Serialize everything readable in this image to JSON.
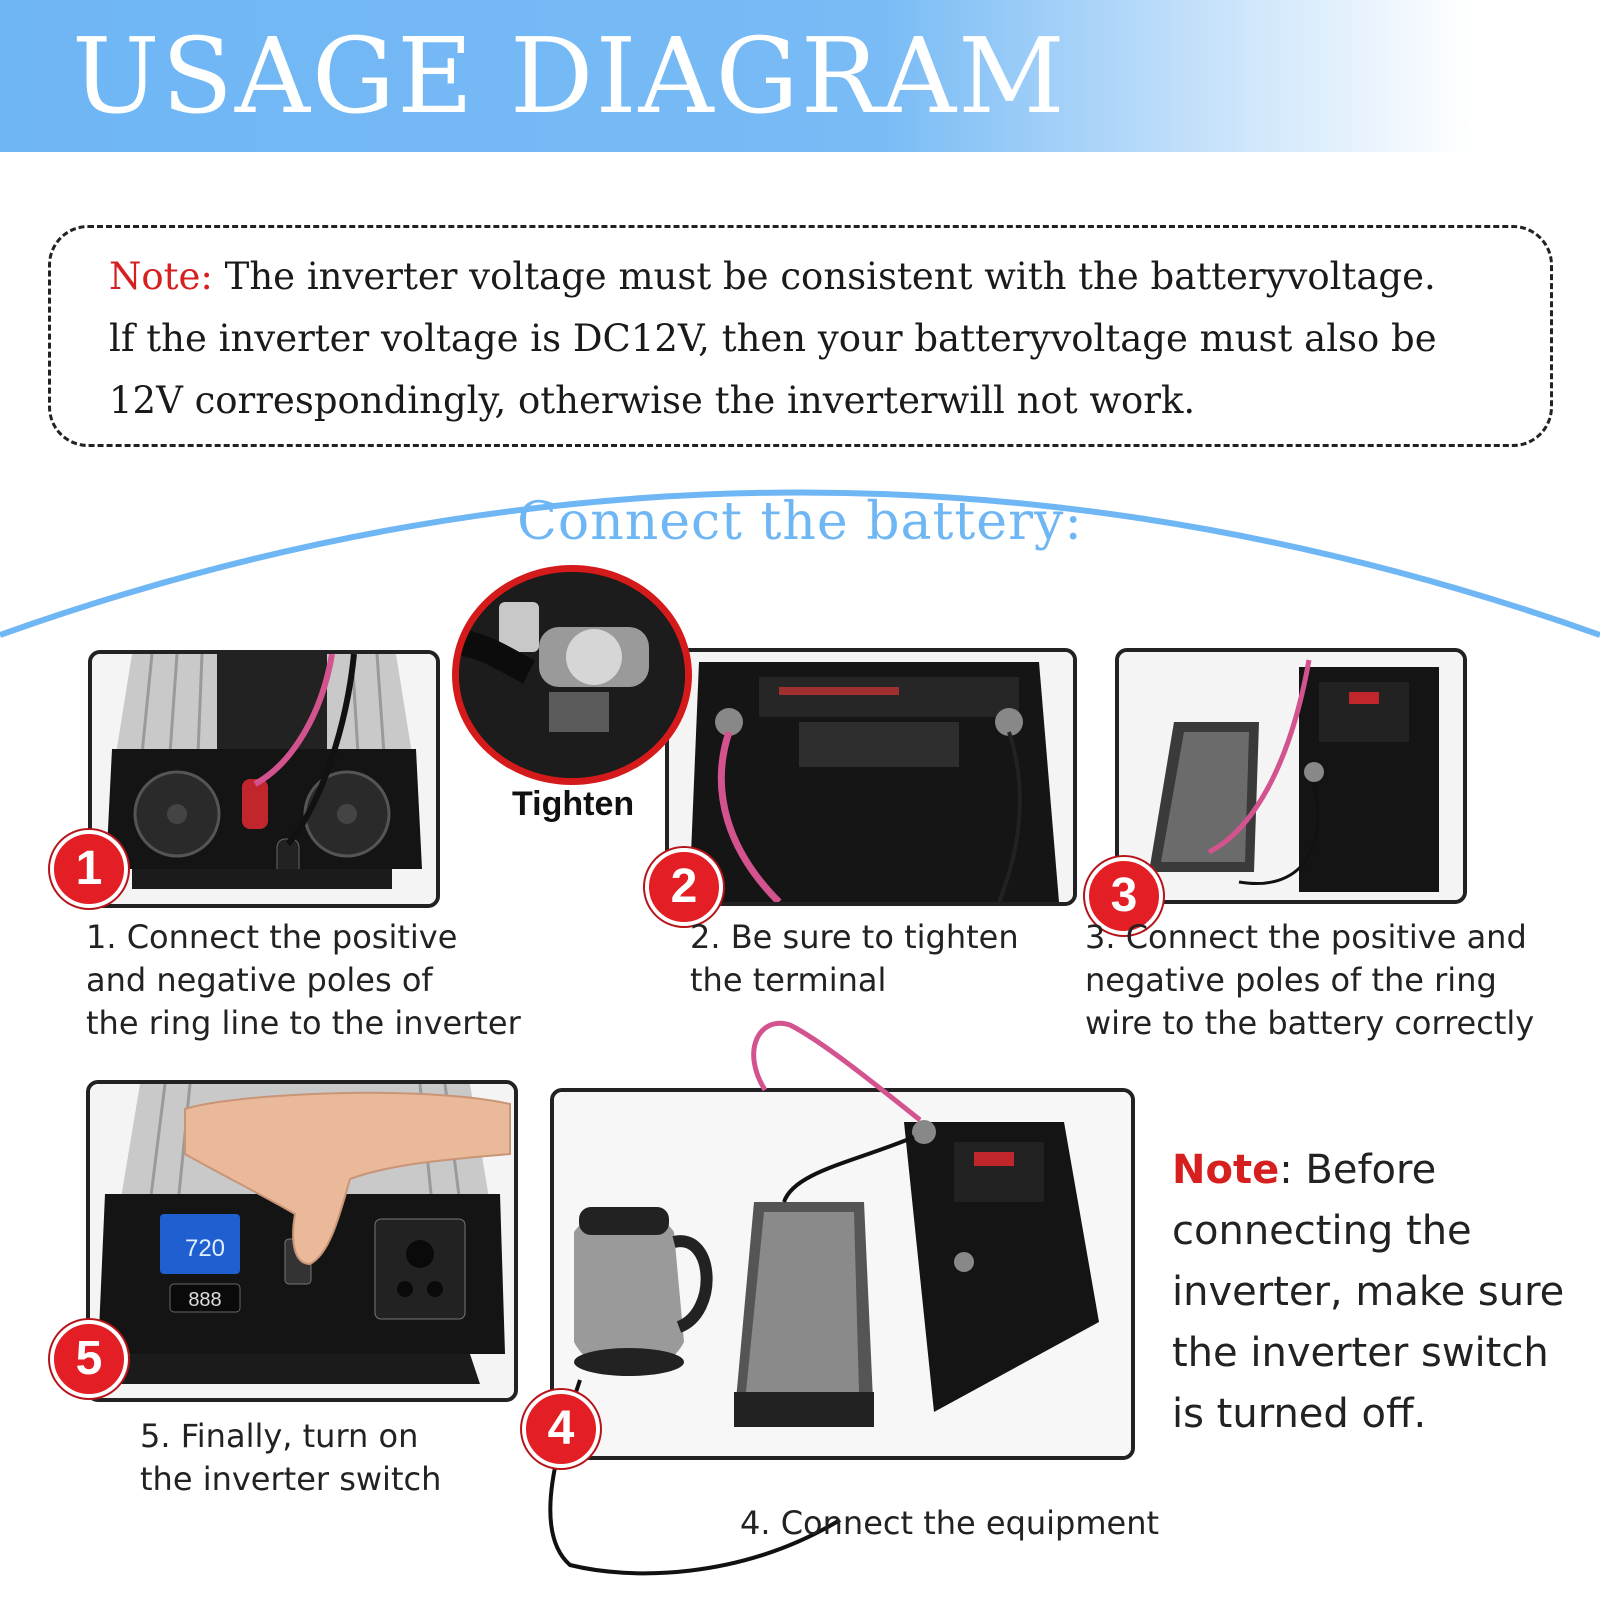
{
  "banner": {
    "title": "USAGE DIAGRAM"
  },
  "note": {
    "label": "Note:",
    "lines": [
      " The inverter voltage must be consistent with the batteryvoltage.",
      "lf the inverter voltage is DC12V, then your batteryvoltage must also be",
      "12V correspondingly, otherwise the inverterwill not work."
    ]
  },
  "section_title": "Connect the battery:",
  "zoom_label": "Tighten",
  "steps": [
    {
      "number": "1",
      "caption": [
        "1. Connect the positive",
        "and negative poles of",
        "the ring line to the inverter"
      ]
    },
    {
      "number": "2",
      "caption": [
        "2. Be sure to tighten",
        "the terminal"
      ]
    },
    {
      "number": "3",
      "caption": [
        "3. Connect the positive and",
        "negative poles of the ring",
        "wire to the battery correctly"
      ]
    },
    {
      "number": "4",
      "caption": [
        "4. Connect the equipment"
      ]
    },
    {
      "number": "5",
      "caption": [
        "5. Finally, turn on",
        "the inverter switch"
      ]
    }
  ],
  "side_note": {
    "label": "Note",
    "lines": [
      ": Before",
      "connecting the",
      "inverter, make sure",
      "the inverter switch",
      "is turned off."
    ]
  },
  "colors": {
    "banner_blue": "#6fb6f5",
    "accent_red": "#e31e24",
    "note_red": "#d62020",
    "cable_pink": "#d3538f"
  },
  "display": {
    "screen_reading": "720",
    "meter_reading": "888"
  }
}
